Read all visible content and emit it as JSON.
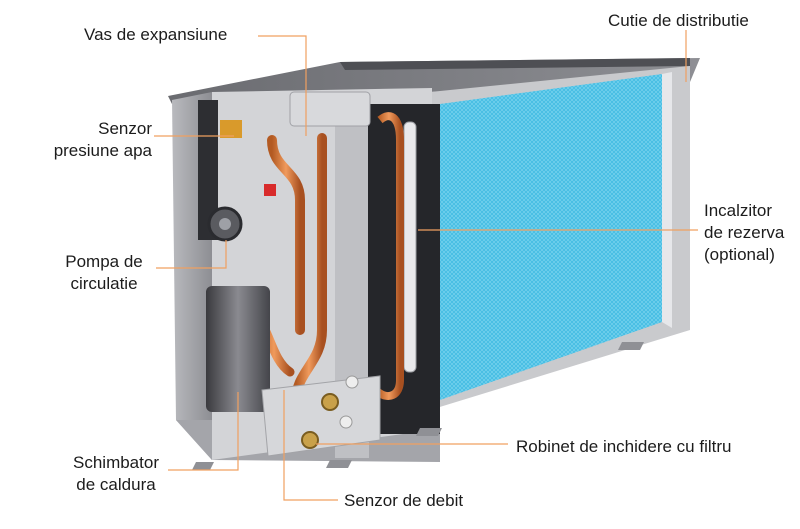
{
  "colors": {
    "leader_line": "#f0a060",
    "coil_blue": "#49c2e6",
    "casing_grey": "#9a9a9e",
    "copper": "#d9793b"
  },
  "labels": {
    "vas_expansiune": "Vas de expansiune",
    "cutie_distributie": "Cutie de distributie",
    "senzor_presiune": [
      "Senzor",
      "presiune apa"
    ],
    "pompa_circulatie": [
      "Pompa de",
      "circulatie"
    ],
    "incalzitor_rezerva": [
      "Incalzitor",
      "de rezerva",
      "(optional)"
    ],
    "schimbator_caldura": [
      "Schimbator",
      "de caldura"
    ],
    "robinet_filtru": "Robinet de inchidere cu filtru",
    "senzor_debit": "Senzor de debit"
  }
}
